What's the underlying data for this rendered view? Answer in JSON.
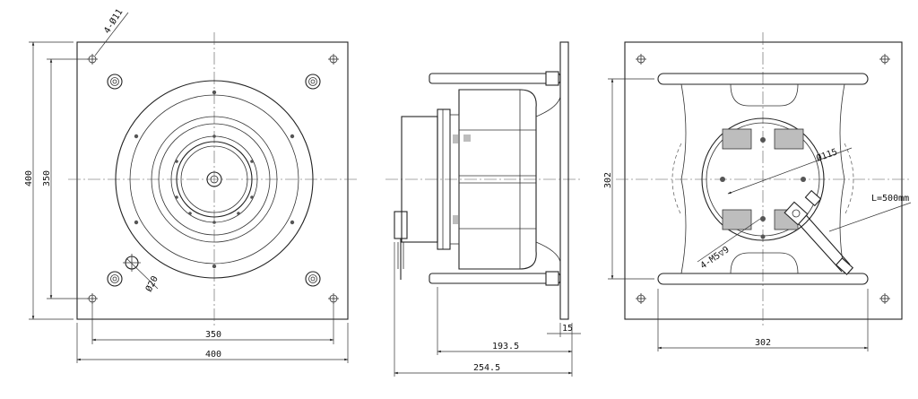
{
  "front_view": {
    "overall_width": "400",
    "hole_spacing_x": "350",
    "overall_height": "400",
    "hole_spacing_y": "350",
    "mounting_holes": "4-Ø11",
    "cable_hole": "Ø20"
  },
  "side_view": {
    "depth_total": "254.5",
    "depth_fan": "193.5",
    "flange_thickness": "15"
  },
  "rear_view": {
    "width": "302",
    "height": "302",
    "motor_diameter": "Ø115",
    "motor_threads": "4-M5▽9",
    "cable_length": "L=500mm"
  },
  "colors": {
    "line": "#222222",
    "hatch": "#bdbdbd",
    "background": "#ffffff"
  }
}
